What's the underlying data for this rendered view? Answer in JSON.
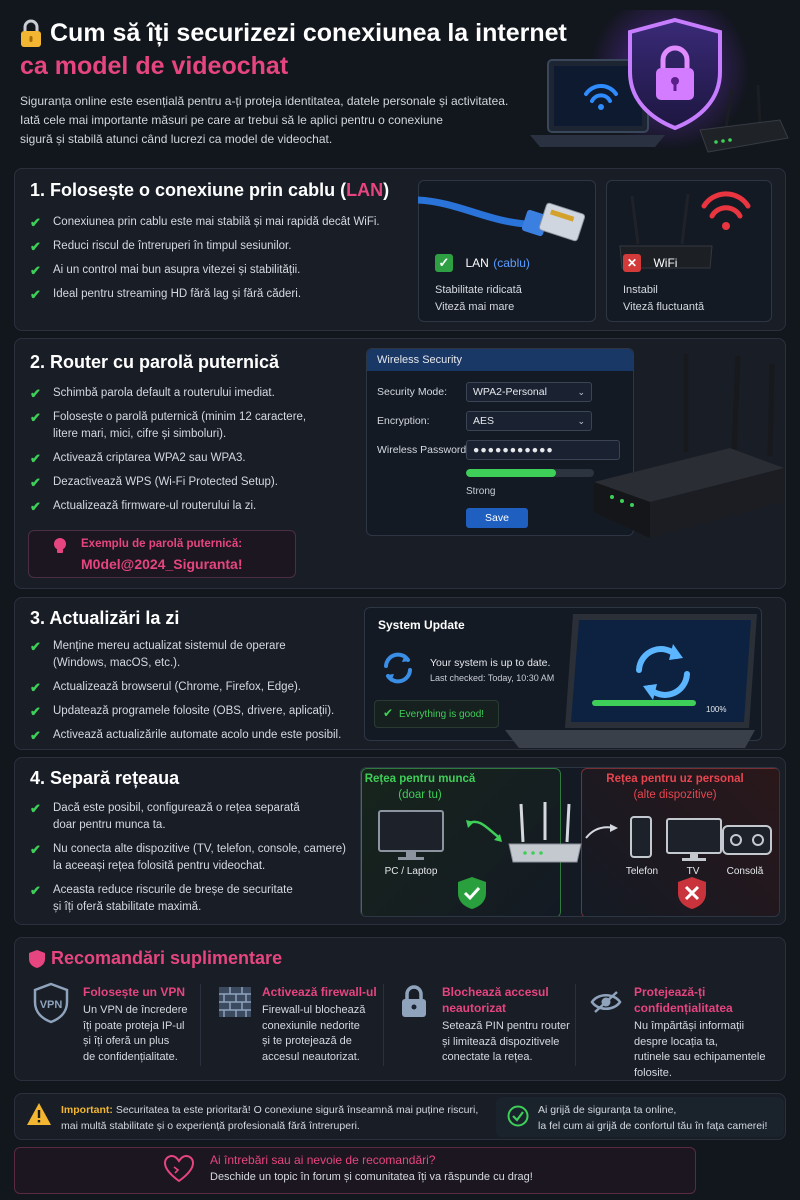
{
  "header": {
    "title": "Cum să îți securizezi conexiunea la internet",
    "subtitle": "ca model de videochat",
    "intro_1": "Siguranța online este esențială pentru a-ți proteja identitatea, datele personale și activitatea.",
    "intro_2": "Iată cele mai importante măsuri pe care ar trebui să le aplici pentru o conexiune",
    "intro_3": "sigură și stabilă atunci când lucrezi ca model de videochat."
  },
  "section1": {
    "title_prefix": "1. Folosește o conexiune prin cablu (",
    "title_lan": "LAN",
    "title_suffix": ")",
    "items": [
      "Conexiunea prin cablu este mai stabilă și mai rapidă decât WiFi.",
      "Reduci riscul de întreruperi în timpul sesiunilor.",
      "Ai un control mai bun asupra vitezei și stabilității.",
      "Ideal pentru streaming HD fără lag și fără căderi."
    ],
    "lan_label": "LAN",
    "lan_paren": "(cablu)",
    "lan_desc_1": "Stabilitate ridicată",
    "lan_desc_2": "Viteză mai mare",
    "wifi_label": "WiFi",
    "wifi_desc_1": "Instabil",
    "wifi_desc_2": "Viteză fluctuantă"
  },
  "section2": {
    "title": "2. Router cu parolă puternică",
    "items": [
      "Schimbă parola default a routerului imediat.",
      "Folosește o parolă puternică (minim 12 caractere,",
      "litere mari, mici, cifre și simboluri).",
      "Activează criptarea WPA2 sau WPA3.",
      "Dezactivează WPS (Wi-Fi Protected Setup).",
      "Actualizează firmware-ul routerului la zi."
    ],
    "example_label": "Exemplu de parolă puternică:",
    "example_value": "M0del@2024_Siguranta!",
    "panel": {
      "header": "Wireless Security",
      "security_mode_label": "Security Mode:",
      "security_mode_value": "WPA2-Personal",
      "encryption_label": "Encryption:",
      "encryption_value": "AES",
      "password_label": "Wireless Password:",
      "password_value": "●●●●●●●●●●●",
      "strength_label": "Strong",
      "strength_fraction": 0.7,
      "save_label": "Save"
    }
  },
  "section3": {
    "title": "3. Actualizări la zi",
    "items": [
      "Menține mereu actualizat sistemul de operare",
      "(Windows, macOS, etc.).",
      "Actualizează browserul (Chrome, Firefox, Edge).",
      "Updatează programele folosite (OBS, drivere, aplicații).",
      "Activează actualizările automate acolo unde este posibil."
    ],
    "panel": {
      "header": "System Update",
      "status": "Your system is up to date.",
      "last_checked": "Last checked: Today, 10:30 AM",
      "good": "Everything is good!",
      "progress_label": "100%",
      "progress_fraction": 1.0
    }
  },
  "section4": {
    "title": "4. Separă rețeaua",
    "items": [
      "Dacă este posibil, configurează o rețea separată",
      "doar pentru munca ta.",
      "Nu conecta alte dispozitive (TV, telefon, console, camere)",
      "la aceeași rețea folosită pentru videochat.",
      "Aceasta reduce riscurile de breșe de securitate",
      "și îți oferă stabilitate maximă."
    ],
    "work_title": "Rețea pentru muncă",
    "work_sub": "(doar tu)",
    "pc_label": "PC / Laptop",
    "personal_title": "Rețea pentru uz personal",
    "personal_sub": "(alte dispozitive)",
    "phone_label": "Telefon",
    "tv_label": "TV",
    "console_label": "Consolă"
  },
  "recommendations": {
    "title": "Recomandări suplimentare",
    "items": [
      {
        "title": "Folosește un VPN",
        "lines": [
          "Un VPN de încredere",
          "îți poate proteja IP-ul",
          "și îți oferă un plus",
          "de confidențialitate."
        ]
      },
      {
        "title": "Activează firewall-ul",
        "lines": [
          "Firewall-ul blochează",
          "conexiunile nedorite",
          "și te protejează de",
          "accesul neautorizat."
        ]
      },
      {
        "title": "Blochează accesul",
        "title2": "neautorizat",
        "lines": [
          "Setează PIN pentru router",
          "și limitează dispozitivele",
          "conectate la rețea."
        ]
      },
      {
        "title": "Protejează-ți",
        "title2": "confidențialitatea",
        "lines": [
          "Nu împărtăși informații",
          "despre locația ta,",
          "rutinele sau echipamentele",
          "folosite."
        ]
      }
    ]
  },
  "important": {
    "label": "Important:",
    "text_1": "Securitatea ta este prioritară! O conexiune sigură înseamnă mai puține riscuri,",
    "text_2": "mai multă stabilitate și o experiență profesională fără întreruperi.",
    "care_1": "Ai grijă de siguranța ta online,",
    "care_2": "la fel cum ai grijă de confortul tău în fața camerei!"
  },
  "footer": {
    "question": "Ai întrebări sau ai nevoie de recomandări?",
    "cta": "Deschide un topic în forum și comunitatea îți va răspunde cu drag!"
  },
  "colors": {
    "accent_pink": "#e6457f",
    "check_green": "#3ecf58",
    "wifi_red": "#e8353f",
    "lan_blue": "#2a73d9",
    "shield_purple": "#b15cff"
  }
}
